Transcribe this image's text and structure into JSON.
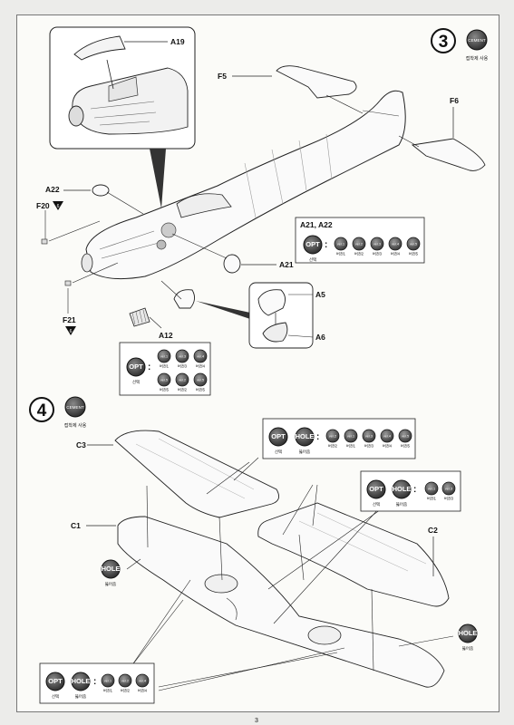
{
  "page_number": "3",
  "steps": [
    {
      "number": "3",
      "badge": "CEMENT",
      "badge_caption": "접착제 사용"
    },
    {
      "number": "4",
      "badge": "CEMENT",
      "badge_caption": "접착제 사용"
    }
  ],
  "part_labels": {
    "a19": "A19",
    "f5": "F5",
    "f6": "F6",
    "a22": "A22",
    "f20": "F20",
    "a21": "A21",
    "f21": "F21",
    "a12": "A12",
    "a5": "A5",
    "a6": "A6",
    "c3": "C3",
    "c1": "C1",
    "c2": "C2"
  },
  "circle_marks": {
    "f20": "6",
    "f21": "6"
  },
  "option_tables": {
    "step3_a21_a22": {
      "title": "A21, A22",
      "opt": "OPT",
      "opt_caption": "선택",
      "colon": ":",
      "versions": [
        {
          "name": "ver.1",
          "caption": "버전1"
        },
        {
          "name": "ver.2",
          "caption": "버전2"
        },
        {
          "name": "ver.3",
          "caption": "버전3"
        },
        {
          "name": "ver.4",
          "caption": "버전4"
        },
        {
          "name": "ver.5",
          "caption": "버전5"
        }
      ]
    },
    "step3_a12": {
      "opt": "OPT",
      "opt_caption": "선택",
      "colon": ":",
      "versions": [
        {
          "name": "ver.1",
          "caption": "버전1"
        },
        {
          "name": "ver.3",
          "caption": "버전3"
        },
        {
          "name": "ver.4",
          "caption": "버전4"
        },
        {
          "name": "ver.5",
          "caption": "버전5"
        },
        {
          "name": "ver.2",
          "caption": "버전2"
        },
        {
          "name": "ver.5",
          "caption": "버전5"
        }
      ]
    },
    "step4_c3": {
      "opt": "OPT",
      "opt_caption": "선택",
      "hole": "HOLE",
      "hole_caption": "뚫어줌",
      "colon": ":",
      "versions": [
        {
          "name": "ver.2",
          "caption": "버전2"
        },
        {
          "name": "ver.1",
          "caption": "버전1"
        },
        {
          "name": "ver.3",
          "caption": "버전3"
        },
        {
          "name": "ver.4",
          "caption": "버전4"
        },
        {
          "name": "ver.5",
          "caption": "버전5"
        }
      ]
    },
    "step4_c2": {
      "opt": "OPT",
      "opt_caption": "선택",
      "hole": "HOLE",
      "hole_caption": "뚫어줌",
      "colon": ":",
      "versions": [
        {
          "name": "ver.1",
          "caption": "버전1"
        },
        {
          "name": "ver.3",
          "caption": "버전3"
        }
      ]
    },
    "step4_bottom": {
      "opt": "OPT",
      "opt_caption": "선택",
      "hole": "HOLE",
      "hole_caption": "뚫어줌",
      "colon": ":",
      "versions": [
        {
          "name": "ver.1",
          "caption": "버전1"
        },
        {
          "name": "ver.2",
          "caption": "버전2"
        },
        {
          "name": "ver.4",
          "caption": "버전4"
        }
      ]
    }
  },
  "hole_markers": [
    {
      "label": "HOLE",
      "caption": "뚫어줌"
    },
    {
      "label": "HOLE",
      "caption": "뚫어줌"
    }
  ]
}
